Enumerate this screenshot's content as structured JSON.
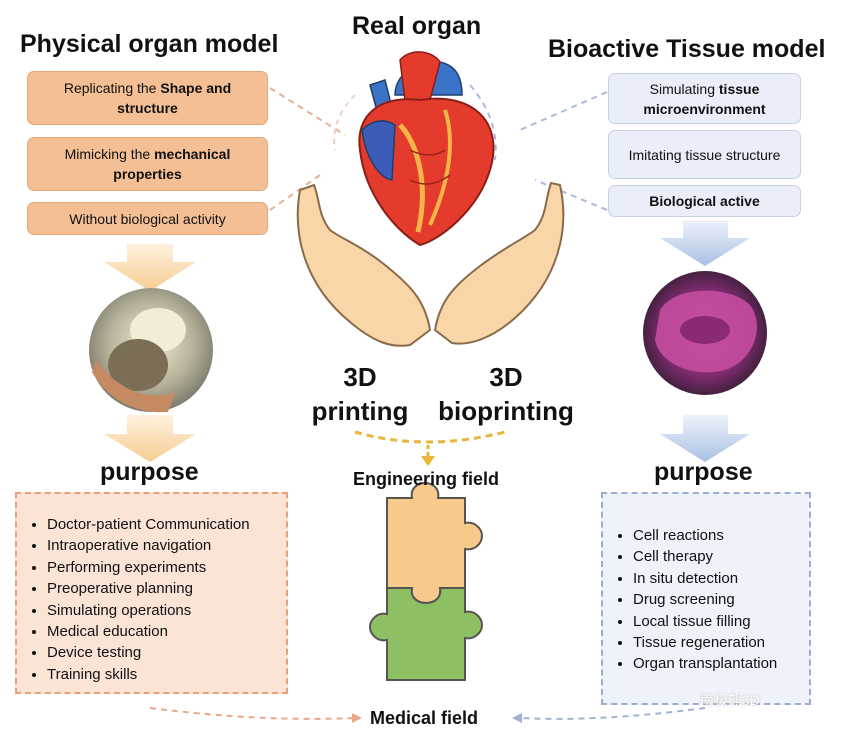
{
  "titles": {
    "physical": "Physical organ model",
    "real": "Real organ",
    "bioactive": "Bioactive Tissue model"
  },
  "physical_boxes": [
    {
      "pre": "Replicating the ",
      "bold": "Shape and structure"
    },
    {
      "pre": "Mimicking the ",
      "bold": "mechanical properties"
    },
    {
      "pre": "Without biological activity",
      "bold": ""
    }
  ],
  "bioactive_boxes": [
    {
      "pre": "Simulating ",
      "bold": "tissue microenvironment"
    },
    {
      "pre": "Imitating tissue structure",
      "bold": ""
    },
    {
      "pre": "",
      "bold": "Biological active"
    }
  ],
  "printing": {
    "left": {
      "line1": "3D",
      "line2": "printing"
    },
    "right": {
      "line1": "3D",
      "line2": "bioprinting"
    }
  },
  "purpose_label": "purpose",
  "fields": {
    "engineering": "Engineering field",
    "medical": "Medical field"
  },
  "physical_purposes": [
    "Doctor-patient Communication",
    "Intraoperative navigation",
    "Performing experiments",
    "Preoperative planning",
    "Simulating operations",
    "Medical education",
    "Device testing",
    "Training skills"
  ],
  "bioactive_purposes": [
    "Cell reactions",
    "Cell therapy",
    "In situ detection",
    "Drug screening",
    "Local tissue filling",
    "Tissue regeneration",
    "Organ transplantation"
  ],
  "watermark": "南极熊3D",
  "colors": {
    "orange_box": "#f4bf94",
    "blue_box": "#e9eef8",
    "puzzle_orange": "#f7c98b",
    "puzzle_green": "#8dc063",
    "heart_red": "#e53b2c",
    "vessel_blue": "#3b73c6"
  },
  "icons": {
    "heart": "heart-illustration",
    "hands": "cupped-hands-illustration",
    "puzzle": "puzzle-pieces-illustration"
  }
}
